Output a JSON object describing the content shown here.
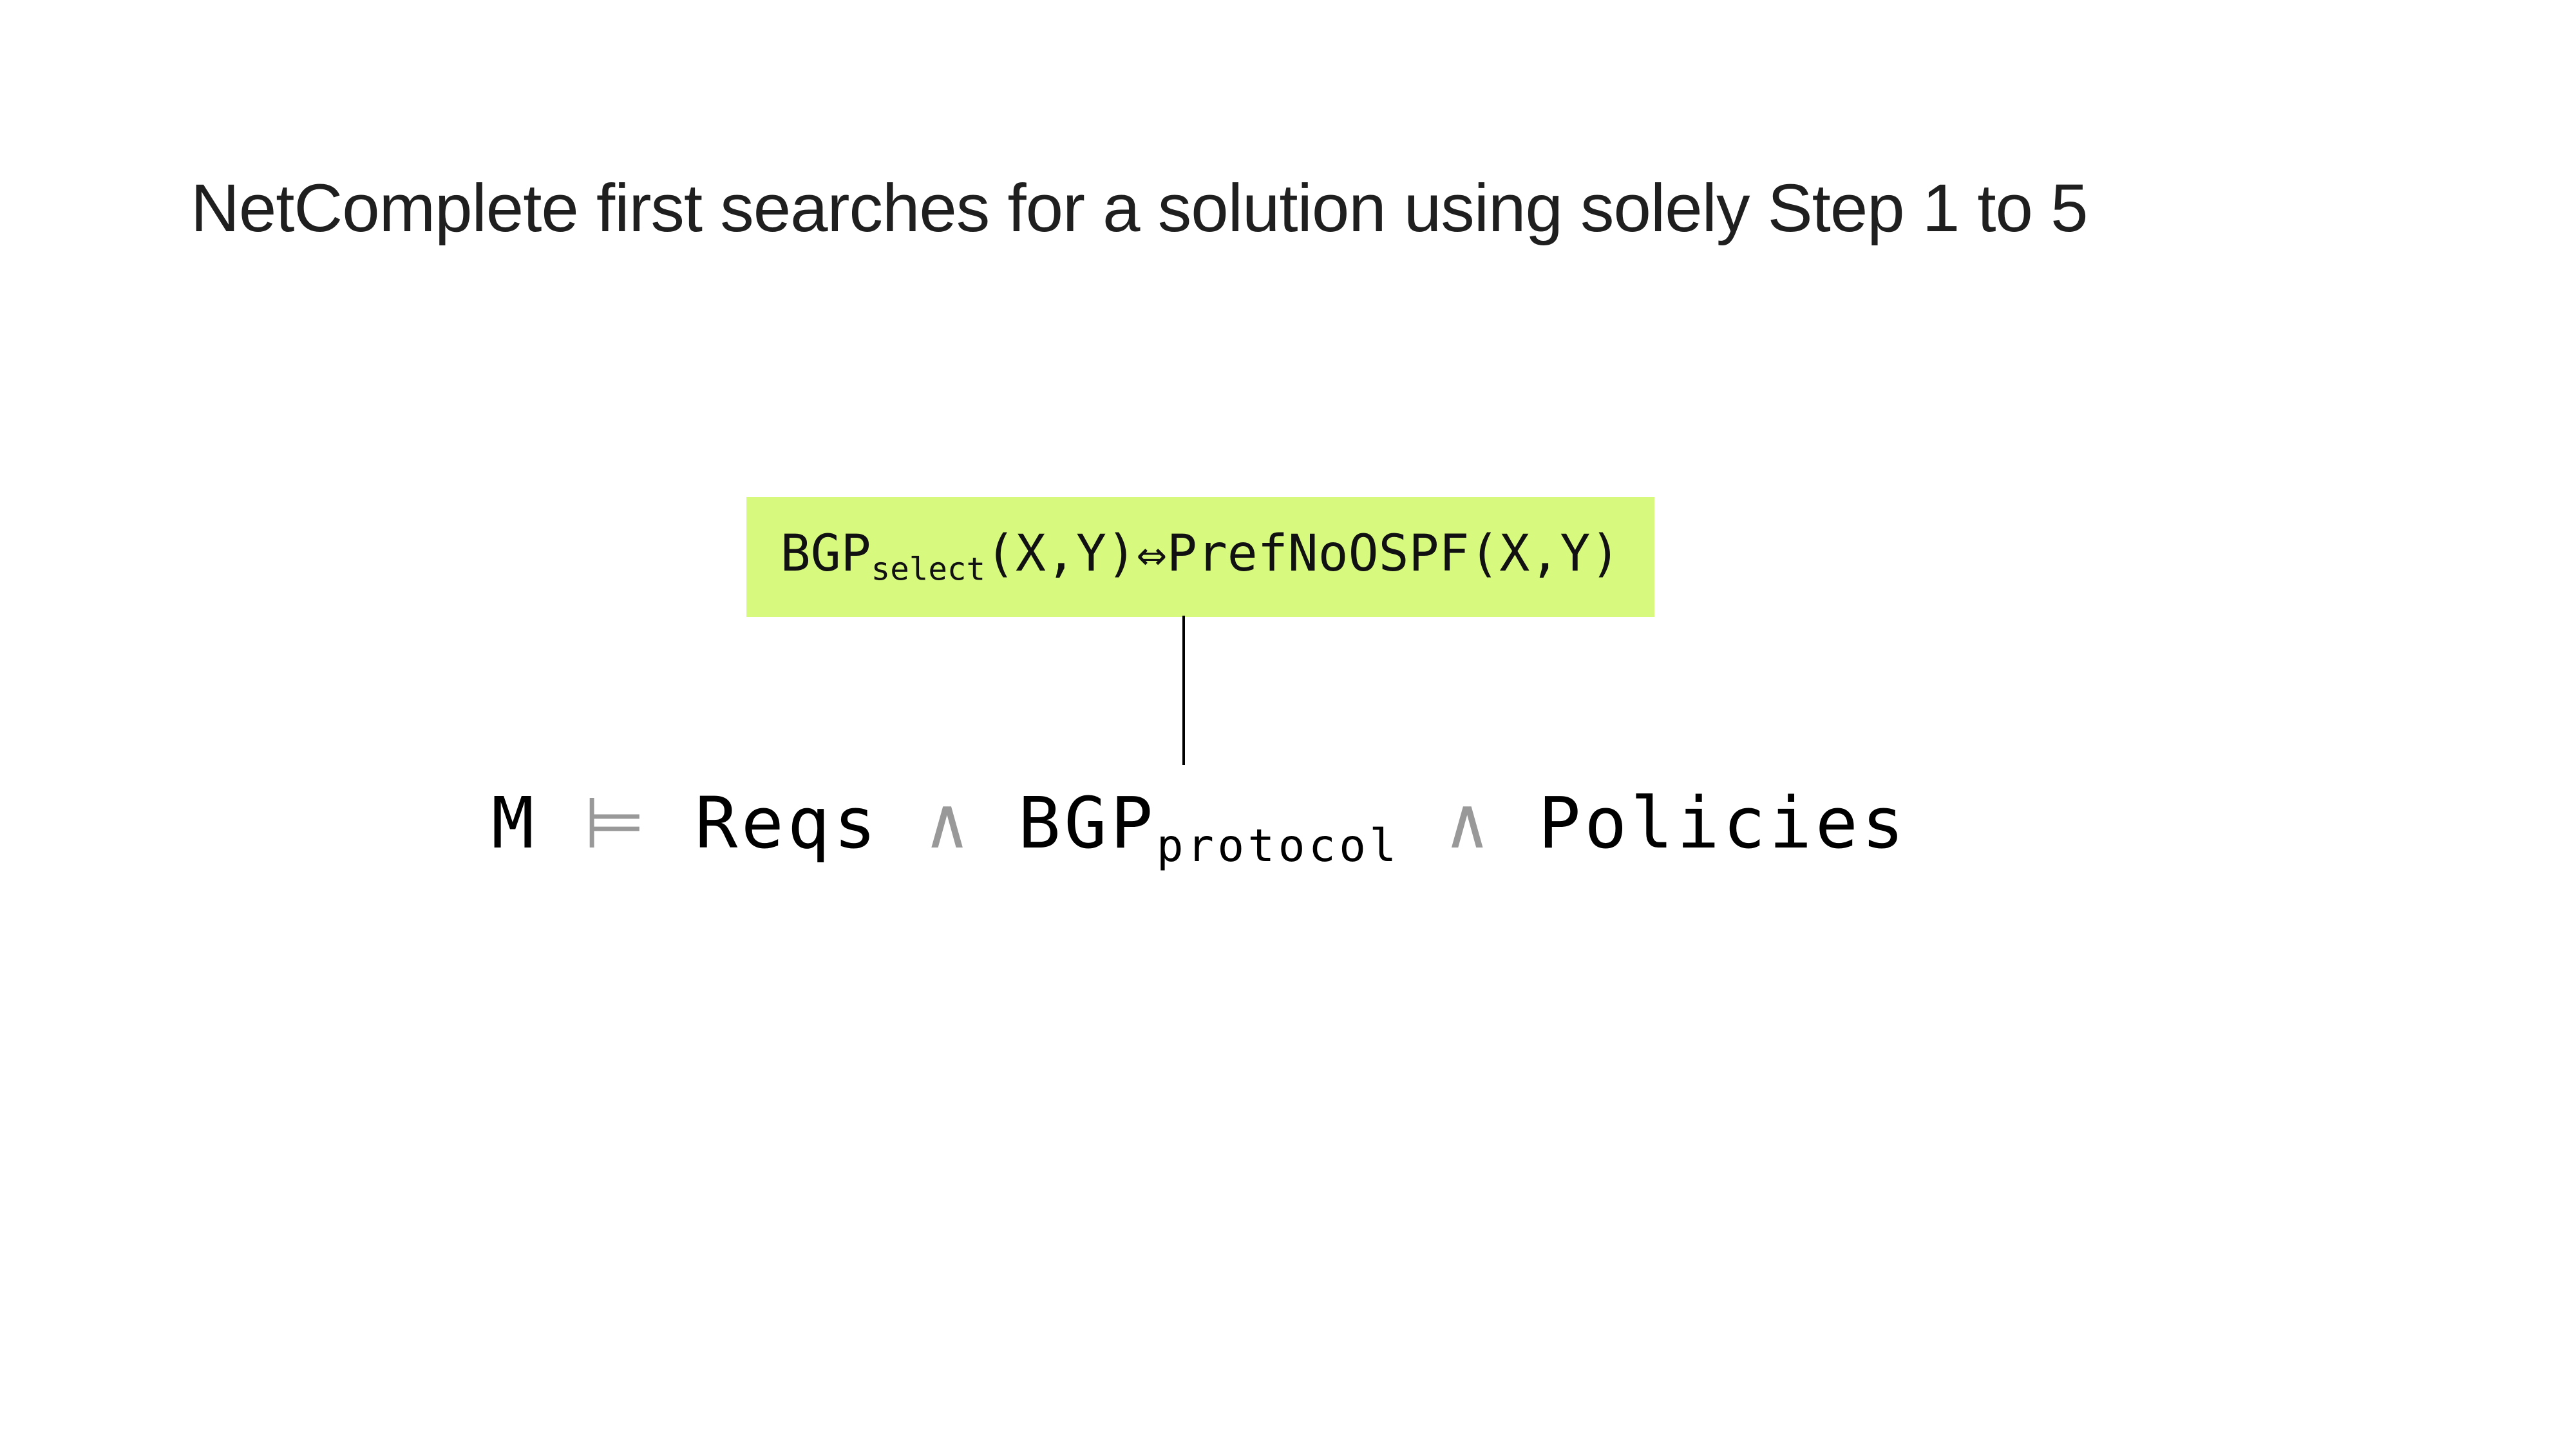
{
  "slide": {
    "title": "NetComplete first searches for a solution using solely Step 1 to 5",
    "colors": {
      "background": "#ffffff",
      "title_text": "#1f1f1f",
      "formula_text": "#000000",
      "operator_gray": "#999999",
      "highlight_green": "#d7fa7e",
      "connector_line": "#000000"
    }
  },
  "highlight_box": {
    "term_base": "BGP",
    "term_subscript": "select",
    "term_rest": "(X,Y)⇔PrefNoOSPF(X,Y)"
  },
  "formula": {
    "model": "M",
    "entails": "⊨",
    "reqs": "Reqs",
    "and1": "∧",
    "bgp_base": "BGP",
    "bgp_subscript": "protocol",
    "and2": "∧",
    "policies": "Policies"
  }
}
